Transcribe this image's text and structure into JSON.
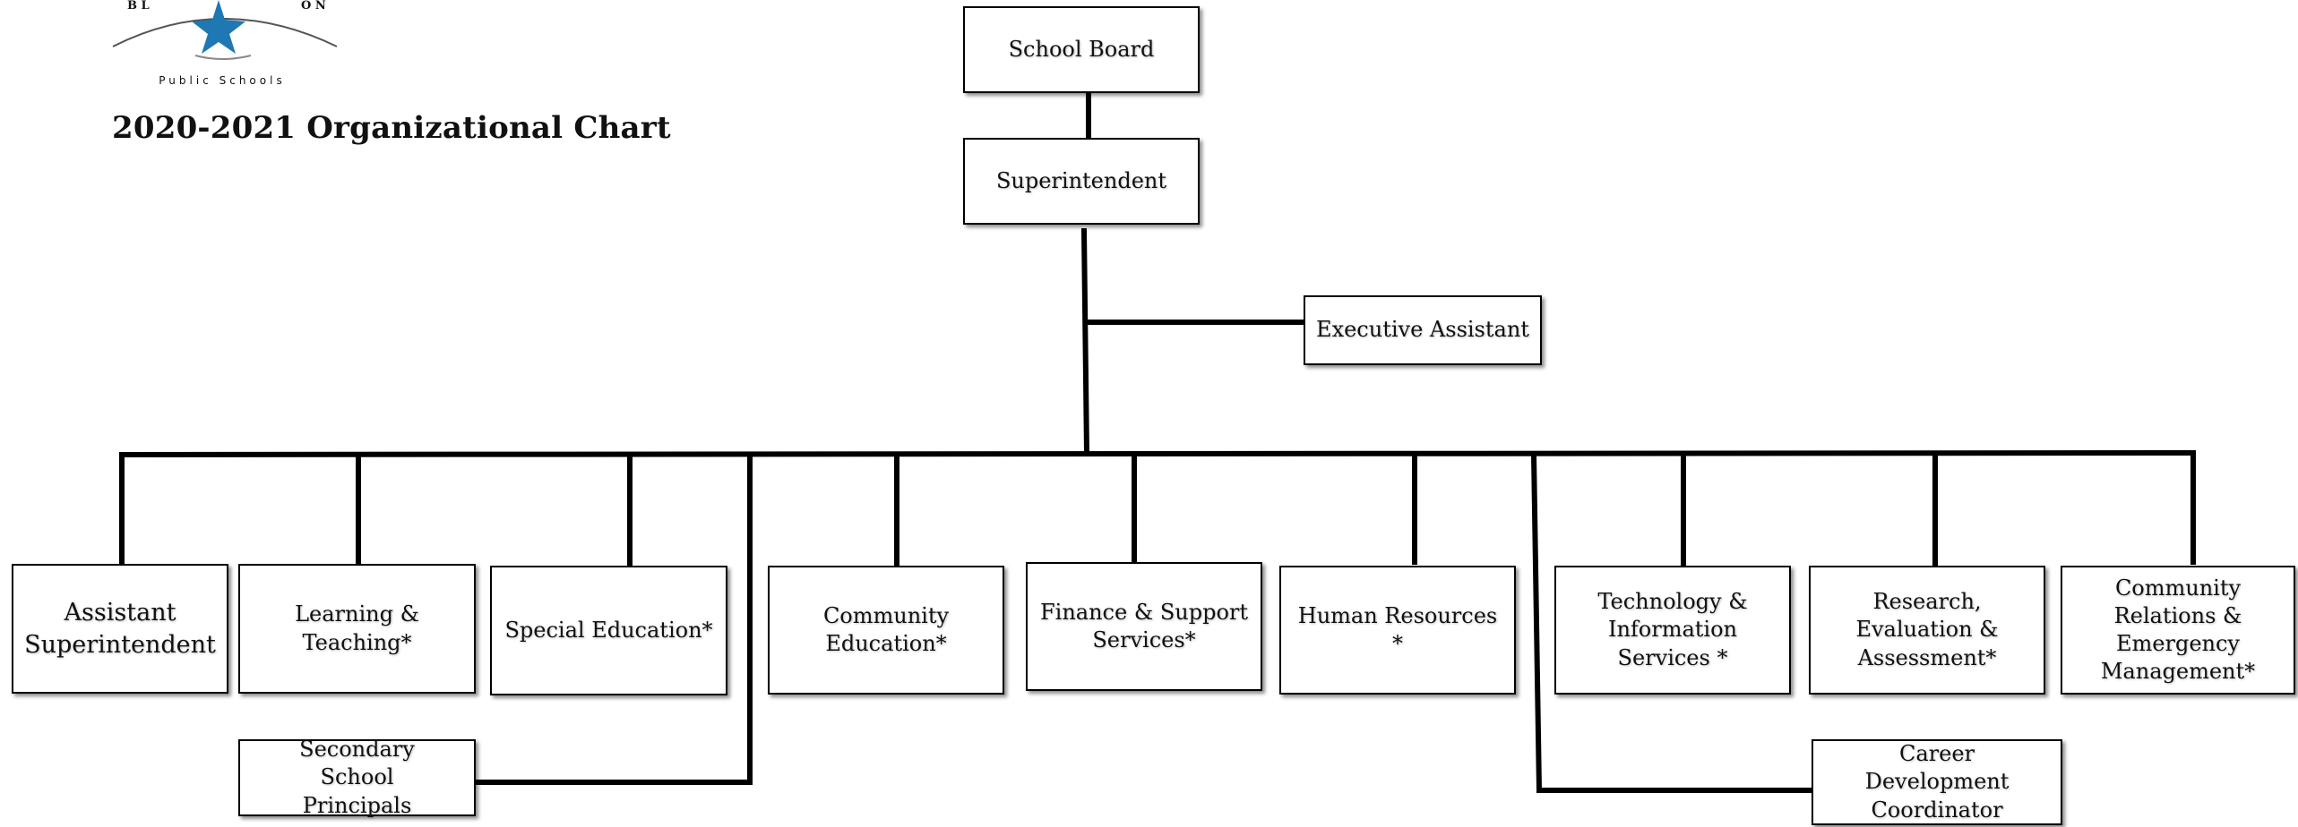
{
  "logo": {
    "arc_text": "BLOOMINGTON",
    "subtitle": "Public Schools",
    "star_color": "#1f77b4"
  },
  "title": "2020-2021 Organizational Chart",
  "nodes": {
    "school_board": "School Board",
    "superintendent": "Superintendent",
    "executive_assistant": "Executive Assistant",
    "assistant_superintendent": "Assistant Superintendent",
    "learning_teaching": "Learning & Teaching*",
    "special_education": "Special Education*",
    "community_education": "Community Education*",
    "finance_support": "Finance & Support Services*",
    "human_resources": "Human Resources *",
    "technology_information": "Technology & Information Services *",
    "research_evaluation": "Research, Evaluation & Assessment*",
    "community_relations": "Community Relations & Emergency Management*",
    "secondary_principals": "Secondary School Principals",
    "career_development": "Career Development Coordinator"
  }
}
